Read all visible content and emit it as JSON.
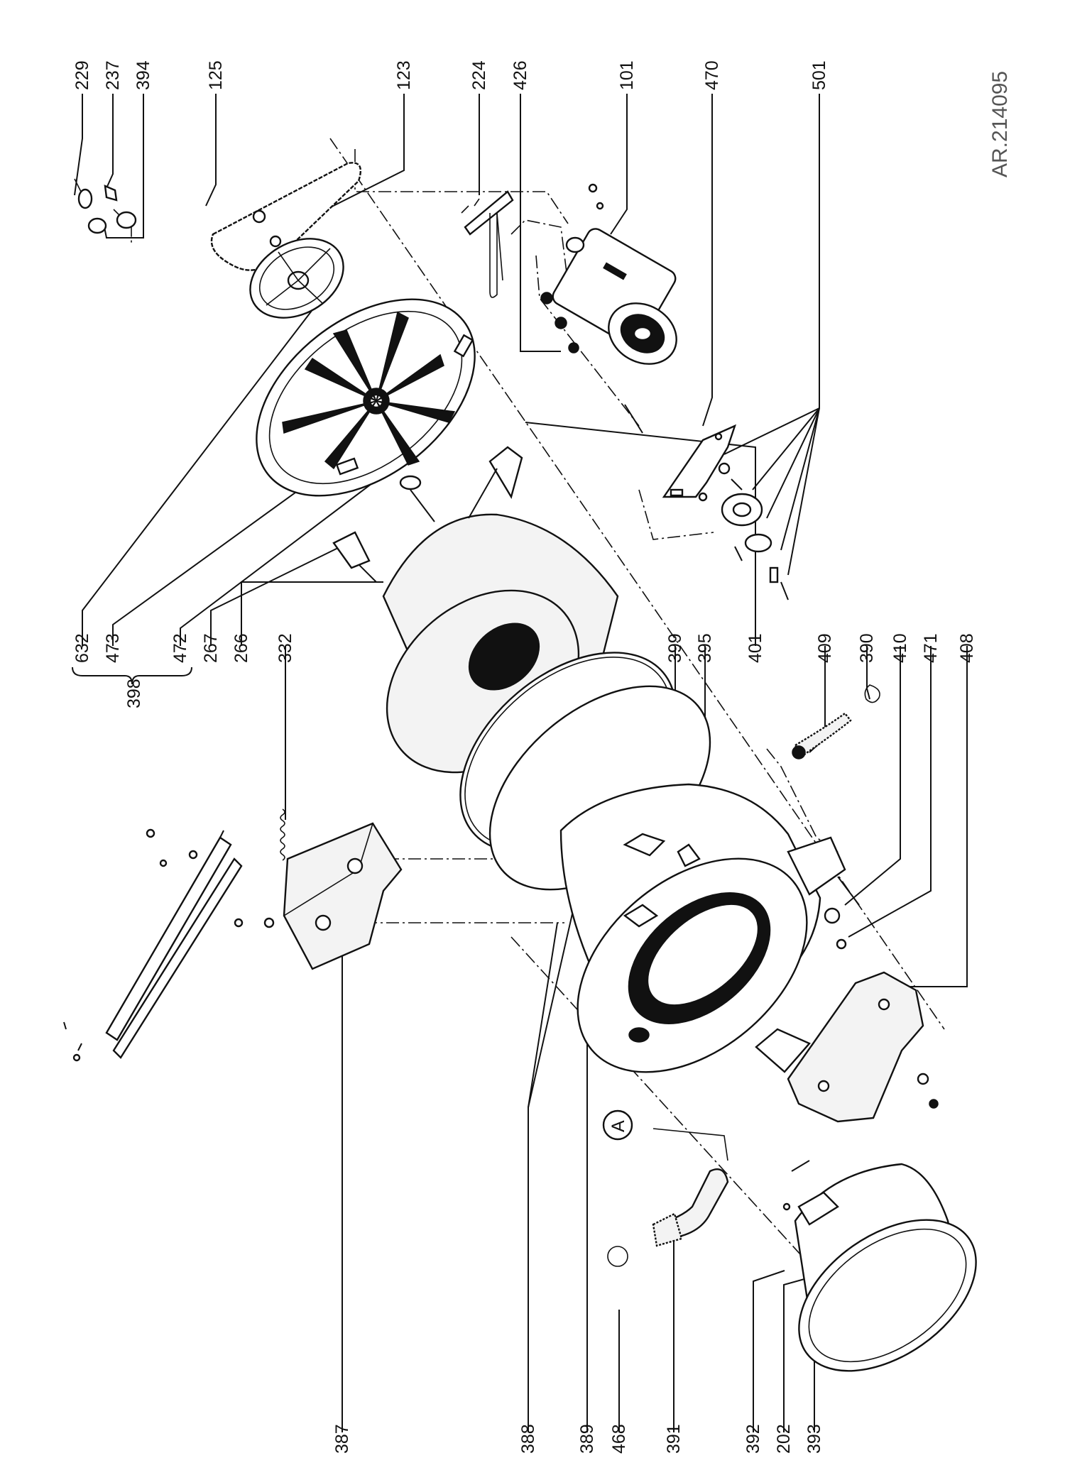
{
  "drawing_reference": "AR.214095",
  "group_bracket_label": "398",
  "callouts": {
    "c229": "229",
    "c237": "237",
    "c394": "394",
    "c125": "125",
    "c123": "123",
    "c224": "224",
    "c426": "426",
    "c101": "101",
    "c470": "470",
    "c501": "501",
    "c632": "632",
    "c473": "473",
    "c472": "472",
    "c267": "267",
    "c266": "266",
    "c332": "332",
    "c399": "399",
    "c395": "395",
    "c401": "401",
    "c409": "409",
    "c390": "390",
    "c410": "410",
    "c471": "471",
    "c408": "408",
    "c387": "387",
    "c388": "388",
    "c389": "389",
    "c468": "468",
    "c391": "391",
    "c392": "392",
    "c202": "202",
    "c393": "393"
  },
  "marker": "A"
}
